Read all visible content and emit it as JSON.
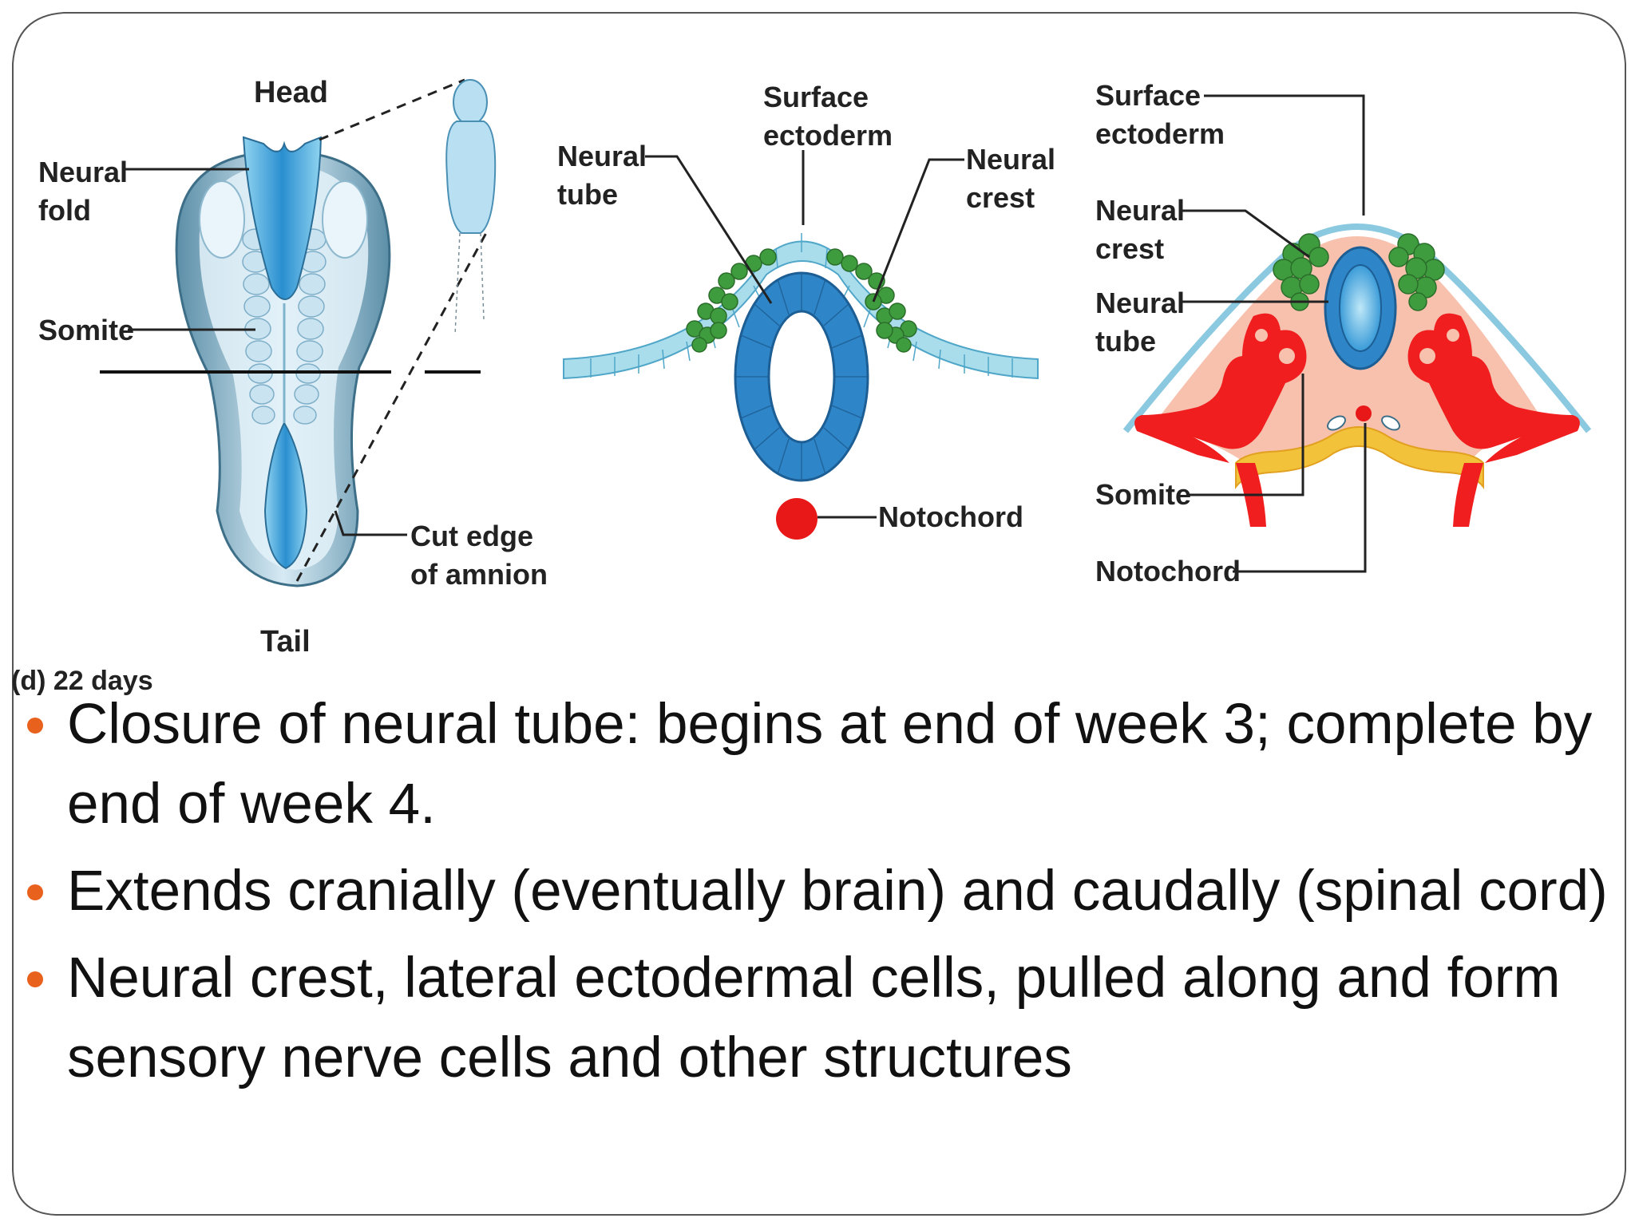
{
  "figure": {
    "panel_d": {
      "head": "Head",
      "tail": "Tail",
      "neural_fold": [
        "Neural",
        "fold"
      ],
      "somite": "Somite",
      "cut_edge": [
        "Cut edge",
        "of amnion"
      ],
      "caption": "(d) 22 days"
    },
    "panel_mid": {
      "neural_tube": [
        "Neural",
        "tube"
      ],
      "surface_ectoderm": [
        "Surface",
        "ectoderm"
      ],
      "neural_crest": [
        "Neural",
        "crest"
      ],
      "notochord": "Notochord"
    },
    "panel_right": {
      "surface_ectoderm": [
        "Surface",
        "ectoderm"
      ],
      "neural_crest": [
        "Neural",
        "crest"
      ],
      "neural_tube": [
        "Neural",
        "tube"
      ],
      "somite": "Somite",
      "notochord": "Notochord"
    }
  },
  "bullets": [
    "Closure of neural tube: begins at end of week 3; complete by end of week 4.",
    "Extends cranially (eventually brain) and caudally (spinal cord)",
    "Neural crest, lateral ectodermal cells, pulled along and form sensory nerve cells and other structures"
  ],
  "colors": {
    "bullet": "#E8621E",
    "neural_tube_blue": "#2E86C8",
    "ectoderm_blue": "#A9DDEB",
    "neural_crest_green": "#3E9C3E",
    "notochord_red": "#E81818",
    "mesoderm_pink": "#F7C1AE",
    "somite_red": "#F01E1E"
  }
}
